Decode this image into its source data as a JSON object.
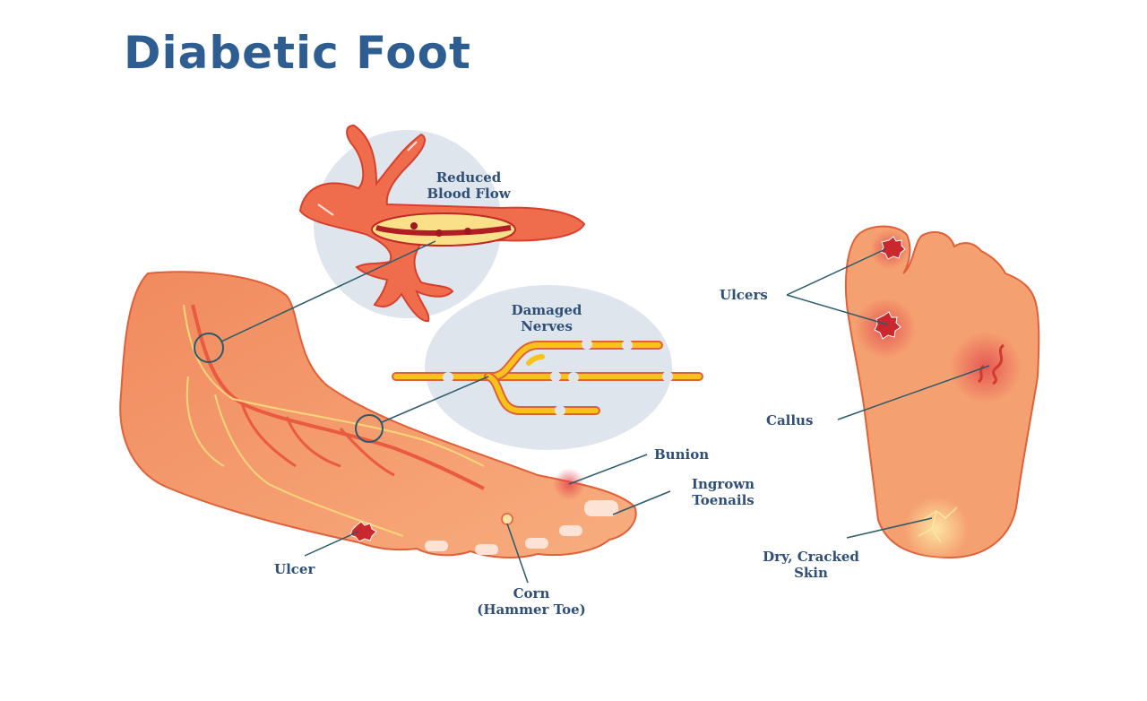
{
  "title": "Diabetic Foot",
  "colors": {
    "title": "#2e5e91",
    "label": "#2f4f78",
    "skin": "#f5a070",
    "skin_outline": "#e0603a",
    "artery": "#ea5a40",
    "nerve": "#f7c21a",
    "inset_bg": "#dfe5ec",
    "ulcer": "#c8282e",
    "leader": "#2b5a6a"
  },
  "insets": {
    "blood_flow": {
      "line1": "Reduced",
      "line2": "Blood Flow"
    },
    "nerves": {
      "line1": "Damaged",
      "line2": "Nerves"
    }
  },
  "side_view_labels": {
    "ulcer": "Ulcer",
    "bunion": "Bunion",
    "ingrown": {
      "line1": "Ingrown",
      "line2": "Toenails"
    },
    "corn": {
      "line1": "Corn",
      "line2": "(Hammer Toe)"
    }
  },
  "sole_view_labels": {
    "ulcers": "Ulcers",
    "callus": "Callus",
    "dry": {
      "line1": "Dry, Cracked",
      "line2": "Skin"
    }
  }
}
